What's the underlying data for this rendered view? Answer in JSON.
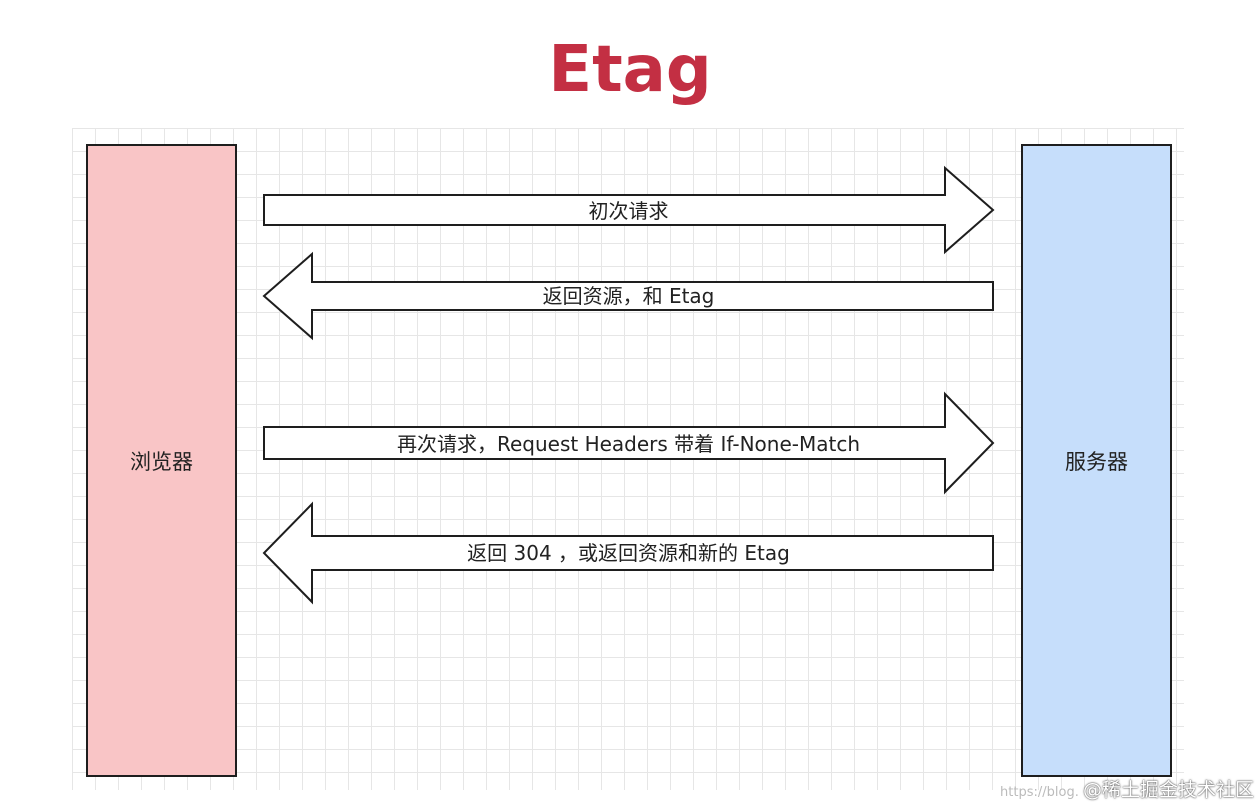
{
  "title": "Etag",
  "nodes": {
    "browser": "浏览器",
    "server": "服务器"
  },
  "arrows": [
    {
      "direction": "right",
      "label": "初次请求"
    },
    {
      "direction": "left",
      "label": "返回资源，和 Etag"
    },
    {
      "direction": "right",
      "label": "再次请求，Request Headers 带着 If-None-Match"
    },
    {
      "direction": "left",
      "label": "返回 304 ，或返回资源和新的 Etag"
    }
  ],
  "watermark": {
    "url": "https://blog.",
    "brand": "@稀土掘金技术社区"
  },
  "colors": {
    "title": "#c32f43",
    "browser_fill": "#f9c5c6",
    "server_fill": "#c6defb",
    "stroke": "#1e1e1e"
  }
}
